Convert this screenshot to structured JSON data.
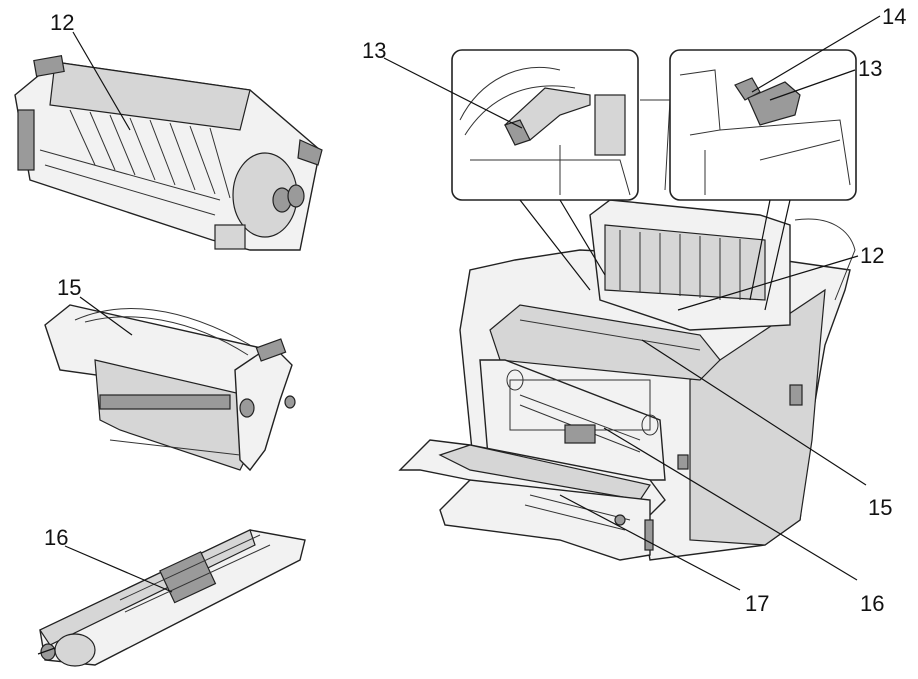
{
  "callouts": {
    "fuser_top_left": "12",
    "imaging_unit_left": "15",
    "toner_left": "16",
    "lever_left_inset": "13",
    "lever_right_inset": "13",
    "knob_right_inset": "14",
    "fuser_printer": "12",
    "imaging_unit_printer": "15",
    "toner_printer": "16",
    "front_tray_printer": "17"
  }
}
